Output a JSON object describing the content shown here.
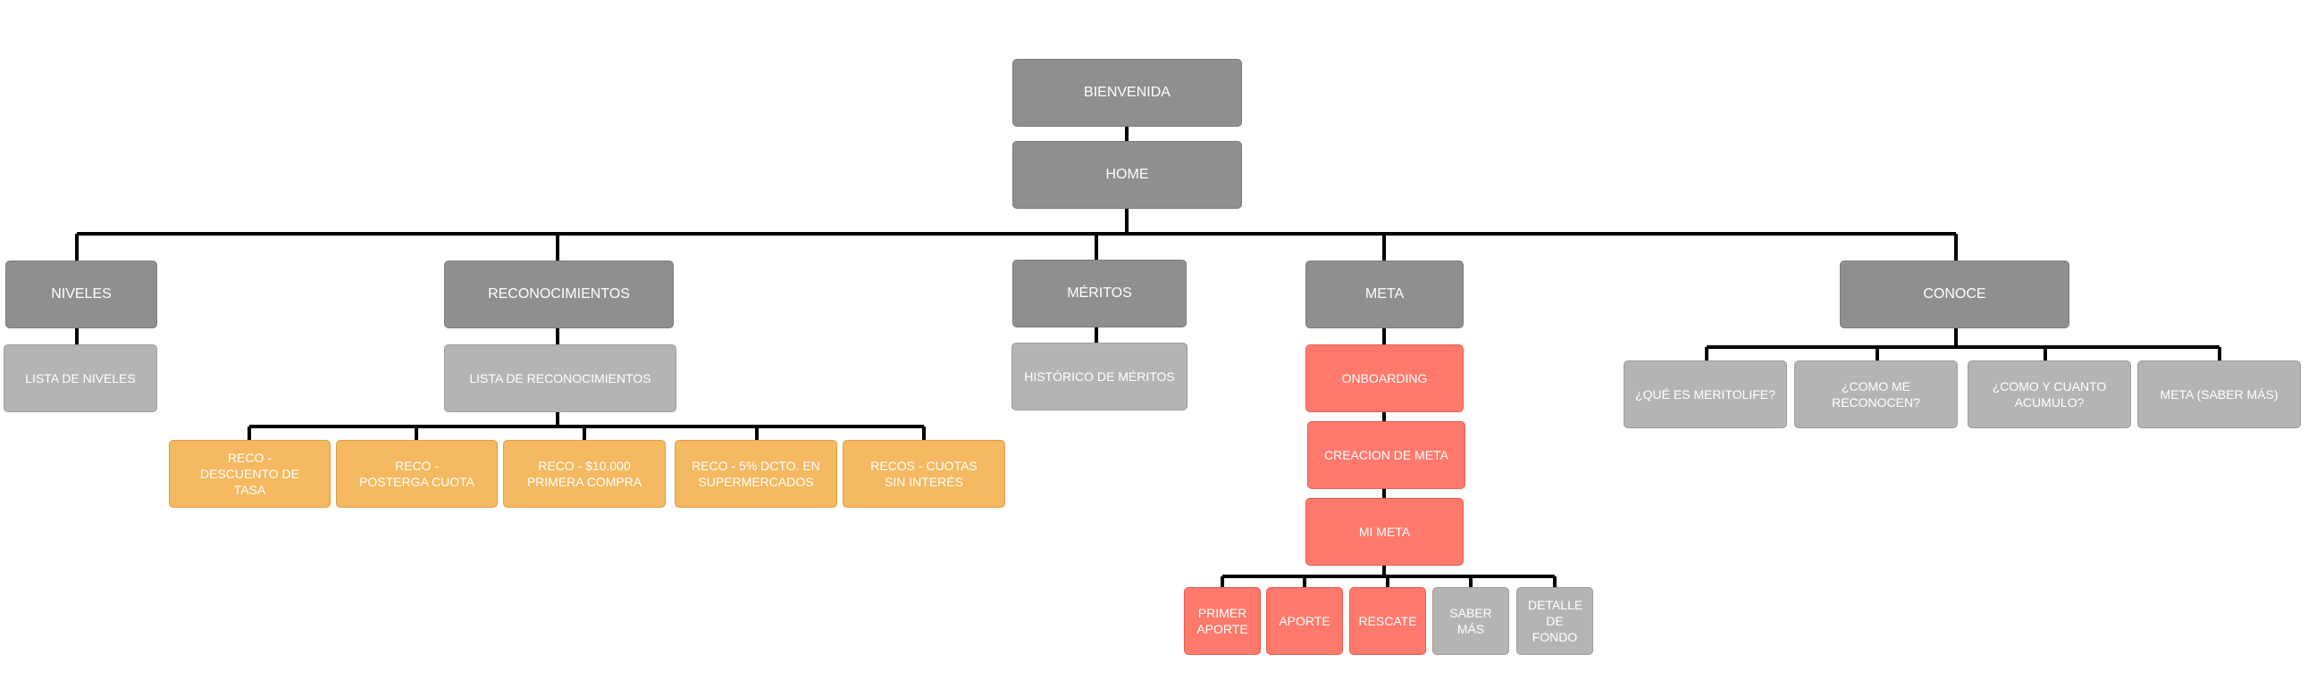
{
  "nodes": {
    "bienvenida": "BIENVENIDA",
    "home": "HOME",
    "niveles": "NIVELES",
    "lista_niveles": "LISTA DE NIVELES",
    "reconocimientos": "RECONOCIMIENTOS",
    "lista_reconocimientos": "LISTA DE RECONOCIMIENTOS",
    "reco_descuento_tasa": "RECO - DESCUENTO DE TASA",
    "reco_posterga_cuota": "RECO - POSTERGA CUOTA",
    "reco_primera_compra": "RECO - $10.000 PRIMERA COMPRA",
    "reco_supermercados": "RECO - 5% DCTO. EN SUPERMERCADOS",
    "recos_cuotas": "RECOS - CUOTAS SIN INTERÉS",
    "meritos": "MÉRITOS",
    "historico_meritos": "HISTÓRICO DE MÉRITOS",
    "meta": "META",
    "onboarding": "ONBOARDING",
    "creacion_meta": "CREACION DE META",
    "mi_meta": "MI META",
    "primer_aporte": "PRIMER APORTE",
    "aporte": "APORTE",
    "rescate": "RESCATE",
    "saber_mas": "SABER MÁS",
    "detalle_fondo": "DETALLE DE FONDO",
    "conoce": "CONOCE",
    "que_es_meritolife": "¿QUÉ ES MERITOLIFE?",
    "como_me_reconocen": "¿COMO ME RECONOCEN?",
    "como_cuanto_acumulo": "¿COMO Y CUANTO ACUMULO?",
    "meta_saber_mas": "META (SABER MÁS)"
  },
  "colors": {
    "main": "#8f8f8f",
    "sub": "#b4b4b4",
    "orange": "#f4b961",
    "red": "#ff7a6c",
    "connector": "#000000"
  }
}
